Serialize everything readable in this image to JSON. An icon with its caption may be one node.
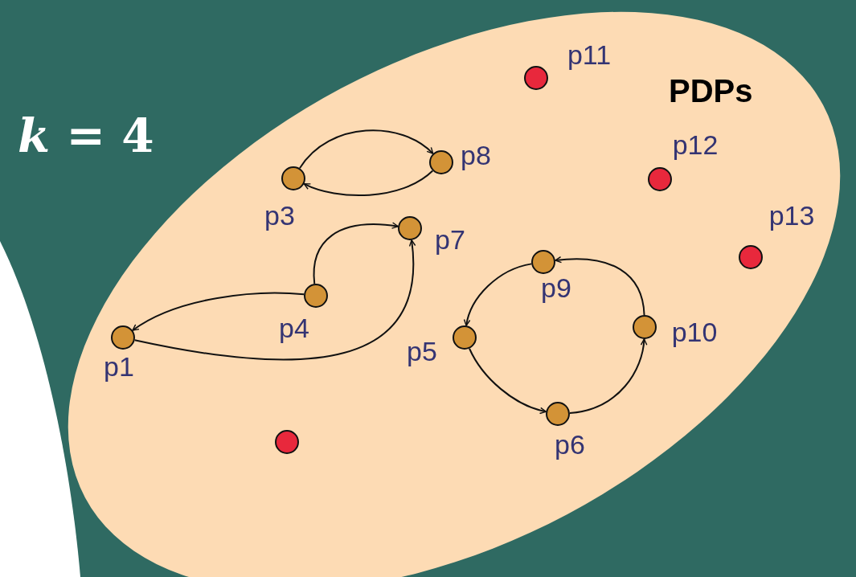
{
  "diagram": {
    "title": "*k* = 4",
    "nodes": [
      {
        "text": [
          "PDPs"
        ]
      },
      {
        "text": [
          "p11"
        ],
        "in": 0
      },
      {
        "text": [
          "p8"
        ],
        "in": 0
      },
      {
        "text": [
          "p3"
        ],
        "in": 0
      },
      {
        "text": [
          "p12"
        ],
        "in": 0
      },
      {
        "text": [
          "p7"
        ],
        "in": 0
      },
      {
        "text": [
          "p13"
        ],
        "in": 0
      },
      {
        "text": [
          "p9"
        ],
        "in": 0
      },
      {
        "text": [
          "p4"
        ],
        "in": 0
      },
      {
        "text": [
          "p1"
        ],
        "in": 0
      },
      {
        "text": [
          "p10"
        ],
        "in": 0
      },
      {
        "text": [
          "p5"
        ],
        "in": 0
      },
      {
        "text": [
          "p6"
        ],
        "in": 0
      },
      {
        "text": [],
        "shape": "circle",
        "in": 0
      }
    ],
    "edges": [
      {
        "from": 3,
        "to": 2,
        "arrow": "to"
      },
      {
        "from": 2,
        "to": 3,
        "arrow": "to"
      },
      {
        "from": 8,
        "to": 5,
        "arrow": "to"
      },
      {
        "from": 8,
        "to": 9,
        "arrow": "to"
      },
      {
        "from": 9,
        "to": 5,
        "arrow": "to"
      },
      {
        "from": 7,
        "to": 11,
        "arrow": "to"
      },
      {
        "from": 11,
        "to": 12,
        "arrow": "to"
      },
      {
        "from": 12,
        "to": 10,
        "arrow": "to"
      },
      {
        "from": 10,
        "to": 7,
        "arrow": "to"
      }
    ]
  }
}
